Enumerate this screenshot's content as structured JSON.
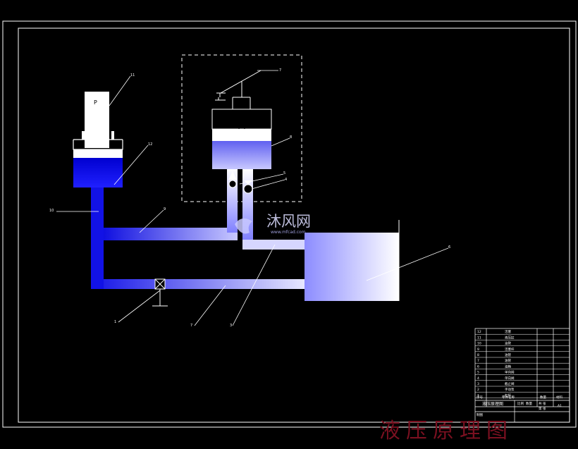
{
  "leaders": [
    {
      "id": "L11",
      "text": "11"
    },
    {
      "id": "L12",
      "text": "12"
    },
    {
      "id": "L10",
      "text": "10"
    },
    {
      "id": "L9",
      "text": "9"
    },
    {
      "id": "L7t",
      "text": "7"
    },
    {
      "id": "L8",
      "text": "8"
    },
    {
      "id": "L5",
      "text": "5"
    },
    {
      "id": "L4",
      "text": "4"
    },
    {
      "id": "L6",
      "text": "6"
    },
    {
      "id": "L1",
      "text": "1"
    },
    {
      "id": "L7b",
      "text": "7"
    },
    {
      "id": "L3",
      "text": "3"
    }
  ],
  "title_block": {
    "rows": [
      {
        "no": "12",
        "name": "活塞"
      },
      {
        "no": "11",
        "name": "液压缸"
      },
      {
        "no": "10",
        "name": "油管"
      },
      {
        "no": "9",
        "name": "活塞杆"
      },
      {
        "no": "8",
        "name": "油管"
      },
      {
        "no": "7",
        "name": "油管"
      },
      {
        "no": "6",
        "name": "油箱"
      },
      {
        "no": "5",
        "name": "单向阀"
      },
      {
        "no": "4",
        "name": "单向阀"
      },
      {
        "no": "3",
        "name": "截止阀"
      },
      {
        "no": "2",
        "name": "手动泵"
      },
      {
        "no": "1",
        "name": "杠杆"
      }
    ],
    "header": {
      "seq": "序号",
      "name": "零件名称",
      "col3": "比例",
      "col4": "数量",
      "col5": "材料"
    },
    "drawing_title": "液压原理图",
    "sub_cells": [
      "比例",
      "数量",
      "共 张",
      "第 张"
    ],
    "sheet": "A1",
    "maker": "制图"
  },
  "watermark": {
    "text": "沐风网",
    "url": "www.mfcad.com",
    "footer": "液压原理图"
  },
  "colors": {
    "fluid_dark": "#0000dd",
    "fluid_light": "#ffffff",
    "line": "#ffffff"
  }
}
